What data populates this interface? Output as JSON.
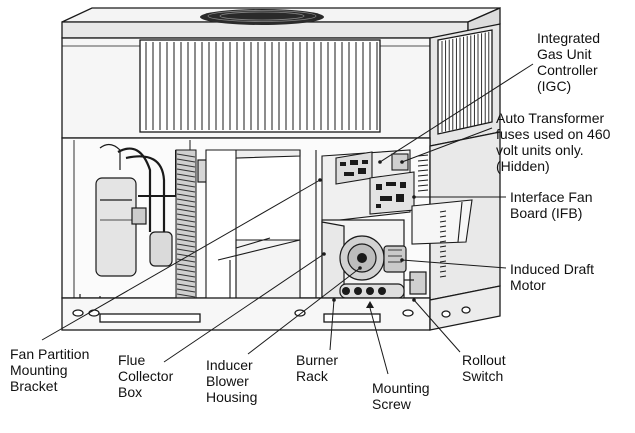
{
  "labels": {
    "igc": "Integrated\nGas Unit\nController\n(IGC)",
    "auto_transformer": "Auto Transformer\nfuses used on 460\nvolt units only.\n(Hidden)",
    "ifb": "Interface Fan\nBoard (IFB)",
    "induced_draft_motor": "Induced Draft\nMotor",
    "rollout_switch": "Rollout\nSwitch",
    "mounting_screw": "Mounting\nScrew",
    "burner_rack": "Burner\nRack",
    "inducer_blower_housing": "Inducer\nBlower\nHousing",
    "flue_collector_box": "Flue\nCollector\nBox",
    "fan_partition_bracket": "Fan Partition\nMounting\nBracket"
  },
  "colors": {
    "line": "#1a1a1a",
    "panel_light": "#f2f2f2",
    "panel_mid": "#d9d9d9",
    "shadow": "#bdbdbd"
  }
}
